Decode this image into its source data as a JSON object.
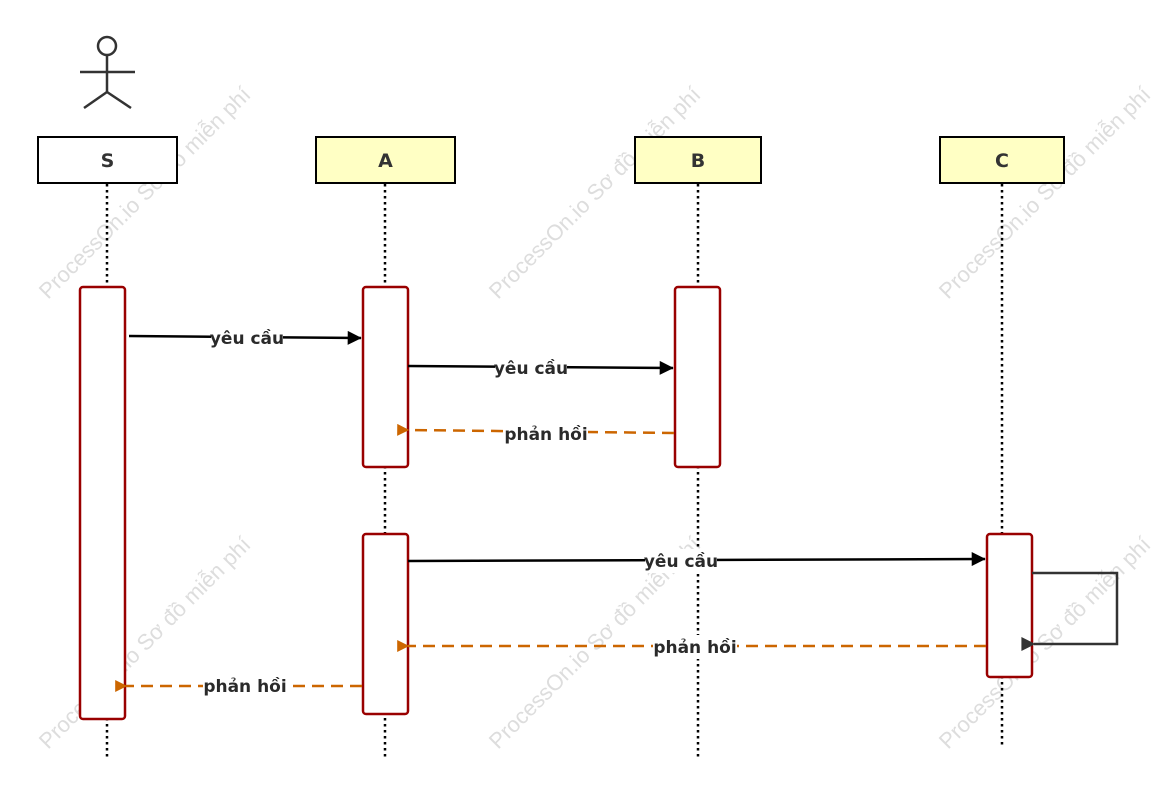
{
  "watermark": "ProcessOn.io Sơ đồ miễn phí",
  "participants": [
    {
      "id": "s",
      "label": "S",
      "actor": true
    },
    {
      "id": "a",
      "label": "A"
    },
    {
      "id": "b",
      "label": "B"
    },
    {
      "id": "c",
      "label": "C"
    }
  ],
  "messages": [
    {
      "id": "m1",
      "from": "S",
      "to": "A",
      "label": "yêu cầu",
      "kind": "request"
    },
    {
      "id": "m2",
      "from": "A",
      "to": "B",
      "label": "yêu cầu",
      "kind": "request"
    },
    {
      "id": "m3",
      "from": "B",
      "to": "A",
      "label": "phản hồi",
      "kind": "response"
    },
    {
      "id": "m4",
      "from": "A",
      "to": "C",
      "label": "yêu cầu",
      "kind": "request"
    },
    {
      "id": "m5",
      "from": "C",
      "to": "C",
      "label": "",
      "kind": "self"
    },
    {
      "id": "m6",
      "from": "C",
      "to": "A",
      "label": "phản hồi",
      "kind": "response"
    },
    {
      "id": "m7",
      "from": "A",
      "to": "S",
      "label": "phản hồi",
      "kind": "response"
    }
  ],
  "colors": {
    "participant_fill": "#ffffc4",
    "actor_box_fill": "#ffffff",
    "activation_stroke": "#990000",
    "request_line": "#000000",
    "response_line": "#cc6600",
    "self_line": "#333333"
  }
}
